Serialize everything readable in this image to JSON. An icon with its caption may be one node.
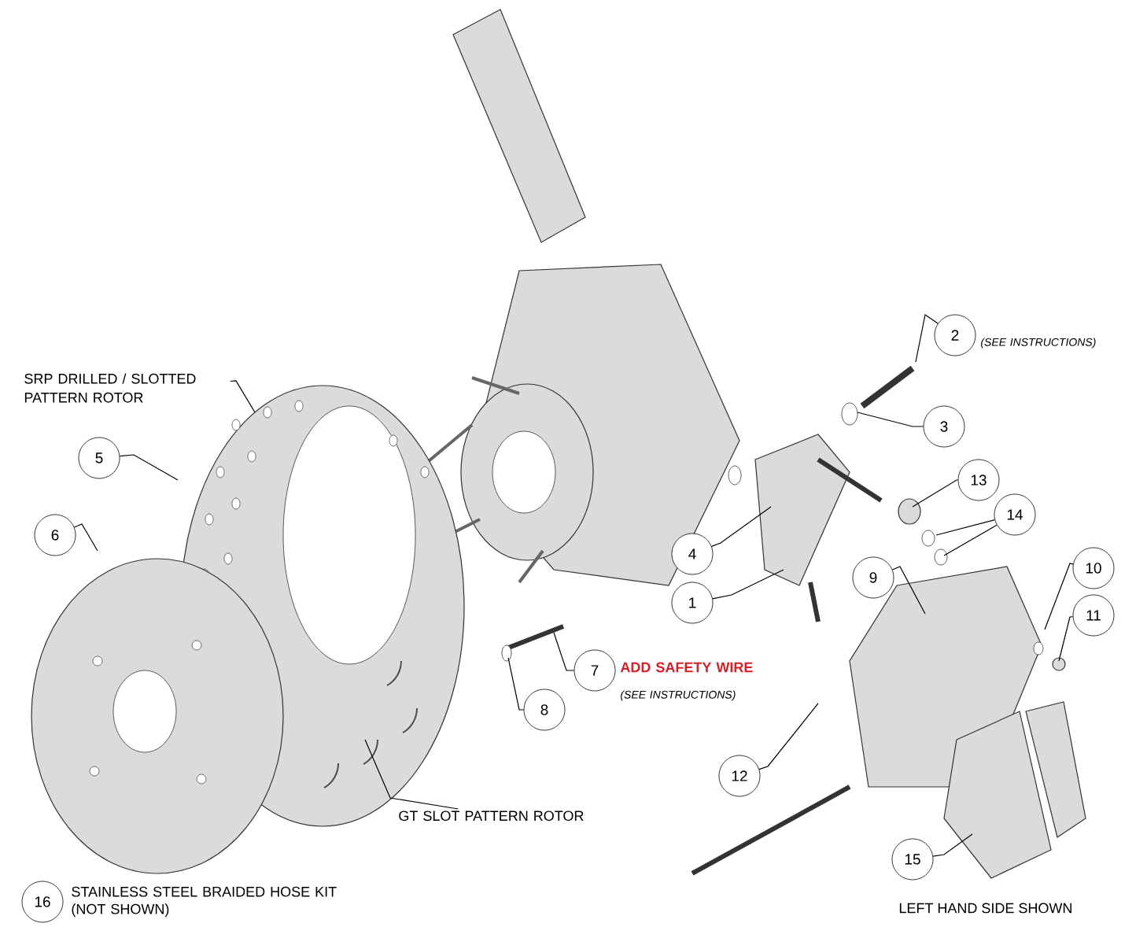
{
  "diagram": {
    "nodes": [
      {
        "text": [
          "1"
        ]
      },
      {
        "text": [
          "2"
        ],
        "beside": [
          "(SEE INSTRUCTIONS)"
        ]
      },
      {
        "text": [
          "3"
        ]
      },
      {
        "text": [
          "4"
        ]
      },
      {
        "text": [
          "5"
        ]
      },
      {
        "text": [
          "6"
        ]
      },
      {
        "text": [
          "7"
        ],
        "beside": [
          "ADD SAFETY WIRE",
          "(SEE INSTRUCTIONS)"
        ]
      },
      {
        "text": [
          "8"
        ]
      },
      {
        "text": [
          "9"
        ]
      },
      {
        "text": [
          "10"
        ]
      },
      {
        "text": [
          "11"
        ]
      },
      {
        "text": [
          "12"
        ]
      },
      {
        "text": [
          "13"
        ]
      },
      {
        "text": [
          "14"
        ]
      },
      {
        "text": [
          "15"
        ]
      },
      {
        "text": [
          "16"
        ],
        "beside": [
          "STAINLESS STEEL BRAIDED HOSE KIT (NOT SHOWN)"
        ]
      },
      {
        "text": [
          "SRP DRILLED / SLOTTED PATTERN ROTOR"
        ]
      },
      {
        "text": [
          "GT SLOT PATTERN ROTOR"
        ]
      }
    ],
    "edges": [
      {
        "from": 0,
        "to": null,
        "arrow": "none"
      },
      {
        "from": 1,
        "to": null,
        "arrow": "none"
      },
      {
        "from": 2,
        "to": null,
        "arrow": "none"
      },
      {
        "from": 3,
        "to": null,
        "arrow": "none"
      },
      {
        "from": 4,
        "to": null,
        "arrow": "none"
      },
      {
        "from": 5,
        "to": null,
        "arrow": "none"
      },
      {
        "from": 6,
        "to": null,
        "arrow": "none"
      },
      {
        "from": 7,
        "to": null,
        "arrow": "none"
      },
      {
        "from": 8,
        "to": null,
        "arrow": "none"
      },
      {
        "from": 9,
        "to": null,
        "arrow": "none"
      },
      {
        "from": 10,
        "to": null,
        "arrow": "none"
      },
      {
        "from": 11,
        "to": null,
        "arrow": "none"
      },
      {
        "from": 12,
        "to": null,
        "arrow": "none"
      },
      {
        "from": 13,
        "to": null,
        "arrow": "none"
      },
      {
        "from": 13,
        "to": null,
        "arrow": "none"
      },
      {
        "from": 14,
        "to": null,
        "arrow": "none"
      },
      {
        "from": 16,
        "to": null,
        "arrow": "none"
      },
      {
        "from": 17,
        "to": null,
        "arrow": "none"
      }
    ],
    "labels": [
      "LEFT HAND SIDE SHOWN"
    ]
  }
}
